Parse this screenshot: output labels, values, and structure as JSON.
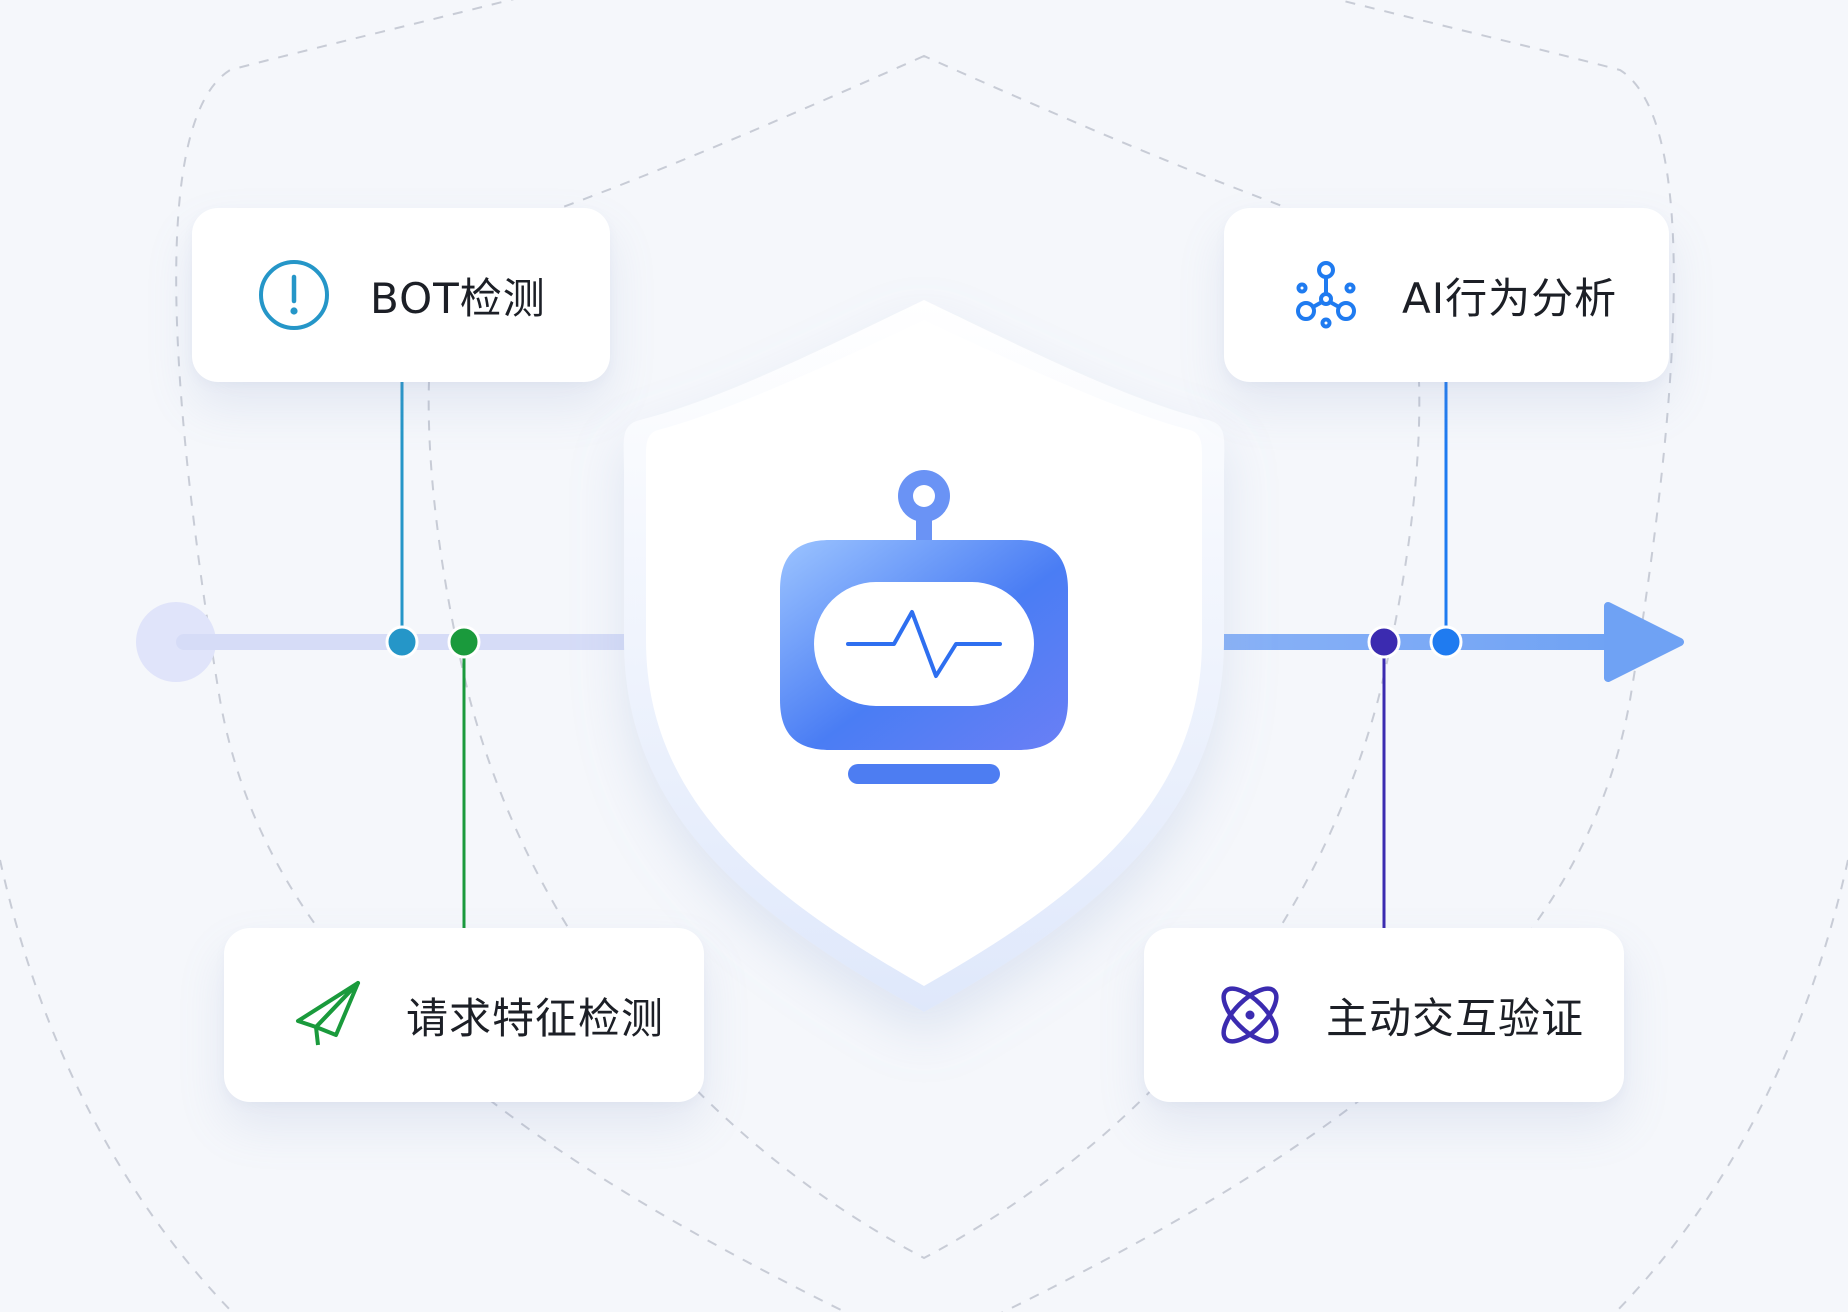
{
  "diagram": {
    "nodes": {
      "bot_detection": {
        "label": "BOT检测",
        "icon": "exclamation-circle-icon",
        "color": "#2596c8"
      },
      "ai_behavior": {
        "label": "AI行为分析",
        "icon": "network-nodes-icon",
        "color": "#1f7bf0"
      },
      "request_features": {
        "label": "请求特征检测",
        "icon": "paper-plane-icon",
        "color": "#1a9a3c"
      },
      "active_verification": {
        "label": "主动交互验证",
        "icon": "atom-icon",
        "color": "#3b2bb0"
      }
    },
    "center": {
      "icon": "robot-monitor-icon",
      "shield_icon": "shield-icon"
    },
    "flow": {
      "direction": "left-to-right",
      "arrow_icon": "arrow-right-icon"
    },
    "colors": {
      "background": "#f5f7fb",
      "flow_line_left": "#d6dcf7",
      "flow_line_right": "#7ea8f6",
      "robot_gradient_start": "#8ab4ff",
      "robot_gradient_end": "#3f6ff0"
    }
  }
}
